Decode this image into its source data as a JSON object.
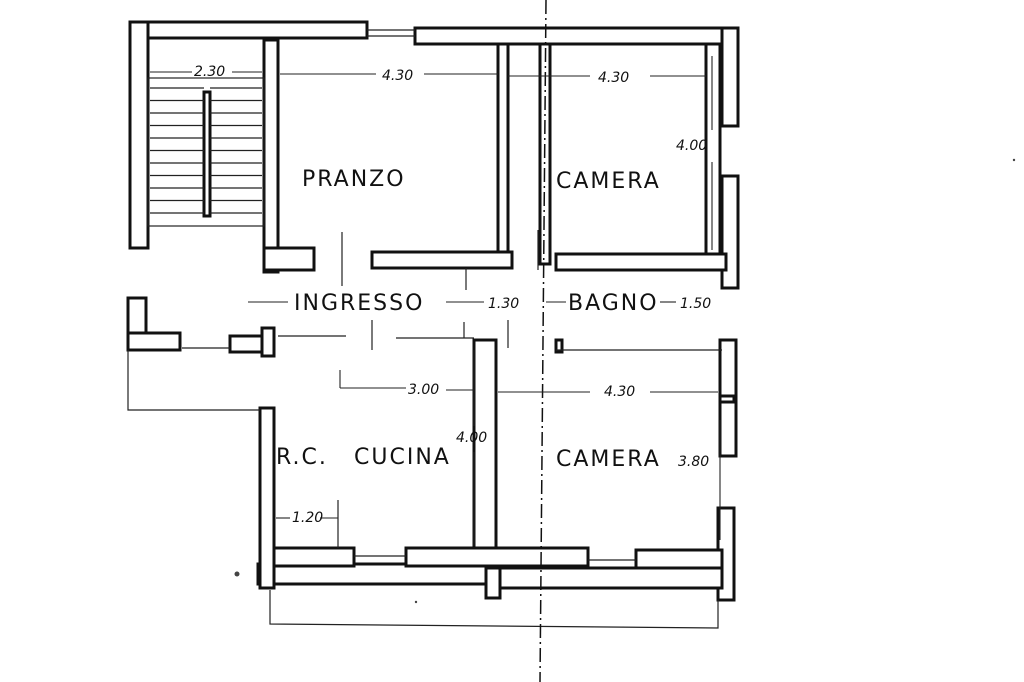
{
  "rooms": {
    "pranzo": "PRANZO",
    "camera_top": "CAMERA",
    "ingresso": "INGRESSO",
    "bagno": "BAGNO",
    "rc": "R.C.",
    "cucina": "CUCINA",
    "camera_bottom": "CAMERA"
  },
  "dimensions": {
    "stair_width": "2.30",
    "pranzo_width": "4.30",
    "camera_top_width": "4.30",
    "camera_top_depth": "4.00",
    "corridor": "1.30",
    "bagno_depth": "1.50",
    "cucina_width": "3.00",
    "camera_bottom_width": "4.30",
    "cucina_depth": "4.00",
    "camera_bottom_depth": "3.80",
    "rc_width": "1.20"
  }
}
